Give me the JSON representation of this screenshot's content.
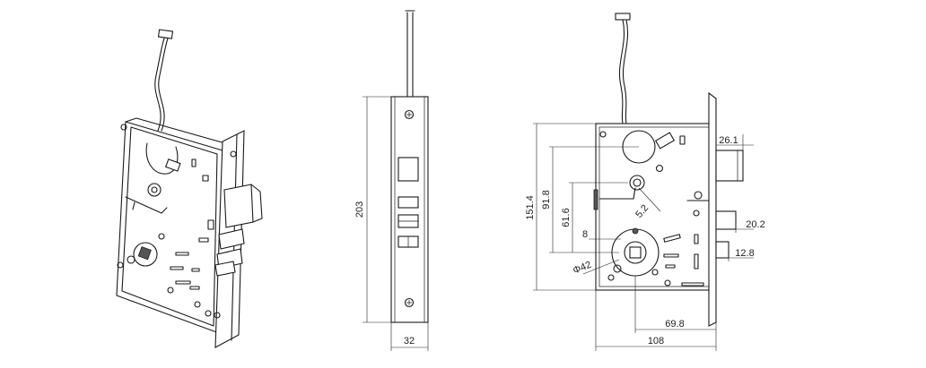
{
  "figure": {
    "background": "#ffffff",
    "line_color": "#1a1a1a"
  },
  "dimensions": {
    "front_height": "203",
    "front_width": "32",
    "side_total_height": "151.4",
    "side_height_1": "91.8",
    "side_height_2": "61.6",
    "side_8": "8",
    "side_angle": "5.2",
    "side_dia": "Φ42",
    "side_latch": "26.1",
    "side_bolt": "20.2",
    "side_guard": "12.8",
    "side_backset": "69.8",
    "side_width": "108"
  }
}
